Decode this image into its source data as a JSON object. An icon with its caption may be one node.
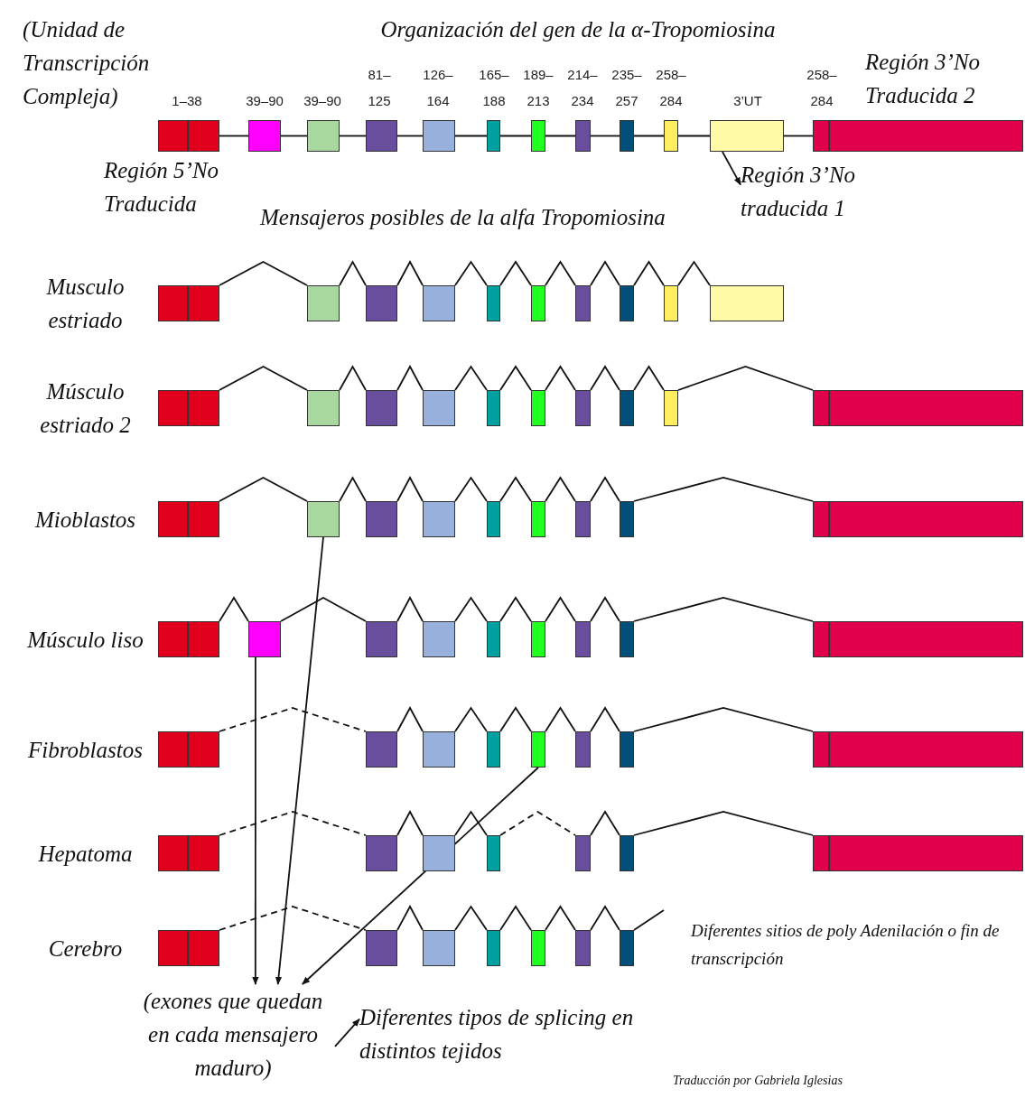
{
  "diagram": {
    "title": "Organización del gen de la α-Tropomiosina",
    "nodes": [
      {
        "text": [],
        "shape": "box"
      },
      {
        "text": [],
        "shape": "box"
      },
      {
        "text": [],
        "shape": "box"
      },
      {
        "text": [],
        "shape": "box"
      },
      {
        "text": [],
        "shape": "box"
      },
      {
        "text": [],
        "shape": "box"
      },
      {
        "text": [],
        "shape": "box"
      },
      {
        "text": [],
        "shape": "box"
      },
      {
        "text": [],
        "shape": "box"
      },
      {
        "text": [],
        "shape": "box"
      },
      {
        "text": [],
        "shape": "box"
      },
      {
        "text": [],
        "shape": "box"
      },
      {
        "text": [],
        "shape": "box"
      },
      {
        "text": [],
        "shape": "box"
      },
      {
        "text": [
          "Región 3’No traducida 1"
        ]
      },
      {
        "text": [],
        "shape": "box"
      },
      {
        "text": [],
        "shape": "box"
      },
      {
        "text": [],
        "shape": "box"
      },
      {
        "text": [],
        "shape": "box"
      },
      {
        "text": [],
        "shape": "box"
      },
      {
        "text": [],
        "shape": "box"
      },
      {
        "text": [],
        "shape": "box"
      },
      {
        "text": [],
        "shape": "box"
      },
      {
        "text": [],
        "shape": "box"
      },
      {
        "text": [],
        "shape": "box"
      },
      {
        "text": [],
        "shape": "box"
      },
      {
        "text": [],
        "shape": "box"
      },
      {
        "text": [],
        "shape": "box"
      },
      {
        "text": [],
        "shape": "box"
      },
      {
        "text": [],
        "shape": "box"
      },
      {
        "text": [],
        "shape": "box"
      },
      {
        "text": [],
        "shape": "box"
      },
      {
        "text": [],
        "shape": "box"
      },
      {
        "text": [],
        "shape": "box"
      },
      {
        "text": [],
        "shape": "box"
      },
      {
        "text": [],
        "shape": "box"
      },
      {
        "text": [],
        "shape": "box"
      },
      {
        "text": [],
        "shape": "box"
      },
      {
        "text": [],
        "shape": "box"
      },
      {
        "text": [],
        "shape": "box"
      },
      {
        "text": [],
        "shape": "box"
      },
      {
        "text": [],
        "shape": "box"
      },
      {
        "text": [],
        "shape": "box"
      },
      {
        "text": [],
        "shape": "box"
      },
      {
        "text": [],
        "shape": "box"
      },
      {
        "text": [],
        "shape": "box"
      },
      {
        "text": [],
        "shape": "box"
      },
      {
        "text": [],
        "shape": "box"
      },
      {
        "text": [],
        "shape": "box"
      },
      {
        "text": [],
        "shape": "box"
      },
      {
        "text": [],
        "shape": "box"
      },
      {
        "text": [],
        "shape": "box"
      },
      {
        "text": [],
        "shape": "box"
      },
      {
        "text": [],
        "shape": "box"
      },
      {
        "text": [],
        "shape": "box"
      },
      {
        "text": [],
        "shape": "box"
      },
      {
        "text": [],
        "shape": "box"
      },
      {
        "text": [],
        "shape": "box"
      },
      {
        "text": [],
        "shape": "box"
      },
      {
        "text": [],
        "shape": "box"
      },
      {
        "text": [],
        "shape": "box"
      },
      {
        "text": [],
        "shape": "box"
      },
      {
        "text": [],
        "shape": "box"
      },
      {
        "text": [],
        "shape": "box"
      },
      {
        "text": [],
        "shape": "box"
      },
      {
        "text": [],
        "shape": "box"
      },
      {
        "text": [],
        "shape": "box"
      },
      {
        "text": [],
        "shape": "box"
      },
      {
        "text": [],
        "shape": "box"
      },
      {
        "text": [],
        "shape": "box"
      },
      {
        "text": [],
        "shape": "box"
      },
      {
        "text": [],
        "shape": "box"
      },
      {
        "text": [],
        "shape": "box"
      },
      {
        "text": [],
        "shape": "box"
      },
      {
        "text": [],
        "shape": "box"
      },
      {
        "text": [],
        "shape": "box"
      },
      {
        "text": [],
        "shape": "box"
      },
      {
        "text": [],
        "shape": "box"
      },
      {
        "text": [],
        "shape": "box"
      },
      {
        "text": [],
        "shape": "box"
      },
      {
        "text": [],
        "shape": "box"
      },
      {
        "text": [],
        "shape": "box"
      },
      {
        "text": [],
        "shape": "box"
      },
      {
        "text": [],
        "shape": "box"
      },
      {
        "text": [],
        "shape": "box"
      },
      {
        "text": [],
        "shape": "box"
      },
      {
        "text": [],
        "shape": "box"
      },
      {
        "text": [
          "(exones que quedan en cada mensajero maduro)"
        ]
      },
      {
        "text": [
          "Diferentes tipos de splicing en distintos tejidos"
        ]
      }
    ],
    "edges": [
      {
        "from": 1,
        "to": 2,
        "arrow": "none"
      },
      {
        "from": 2,
        "to": 3,
        "arrow": "none"
      },
      {
        "from": 3,
        "to": 4,
        "arrow": "none"
      },
      {
        "from": 4,
        "to": 5,
        "arrow": "none"
      },
      {
        "from": 5,
        "to": 6,
        "arrow": "none"
      },
      {
        "from": 6,
        "to": 7,
        "arrow": "none"
      },
      {
        "from": 7,
        "to": 8,
        "arrow": "none"
      },
      {
        "from": 8,
        "to": 9,
        "arrow": "none"
      },
      {
        "from": 9,
        "to": 10,
        "arrow": "none"
      },
      {
        "from": 10,
        "to": 11,
        "arrow": "none"
      },
      {
        "from": 11,
        "to": 12,
        "arrow": "none"
      },
      {
        "from": 16,
        "to": 17,
        "arrow": "none"
      },
      {
        "from": 17,
        "to": 18,
        "arrow": "none"
      },
      {
        "from": 18,
        "to": 19,
        "arrow": "none"
      },
      {
        "from": 19,
        "to": 20,
        "arrow": "none"
      },
      {
        "from": 20,
        "to": 21,
        "arrow": "none"
      },
      {
        "from": 21,
        "to": 22,
        "arrow": "none"
      },
      {
        "from": 22,
        "to": 23,
        "arrow": "none"
      },
      {
        "from": 23,
        "to": 24,
        "arrow": "none"
      },
      {
        "from": 24,
        "to": 25,
        "arrow": "none"
      },
      {
        "from": 27,
        "to": 28,
        "arrow": "none"
      },
      {
        "from": 28,
        "to": 29,
        "arrow": "none"
      },
      {
        "from": 29,
        "to": 30,
        "arrow": "none"
      },
      {
        "from": 30,
        "to": 31,
        "arrow": "none"
      },
      {
        "from": 31,
        "to": 32,
        "arrow": "none"
      },
      {
        "from": 32,
        "to": 33,
        "arrow": "none"
      },
      {
        "from": 33,
        "to": 34,
        "arrow": "none"
      },
      {
        "from": 34,
        "to": 35,
        "arrow": "none"
      },
      {
        "from": 35,
        "to": 36,
        "arrow": "none"
      },
      {
        "from": 39,
        "to": 40,
        "arrow": "none"
      },
      {
        "from": 40,
        "to": 41,
        "arrow": "none"
      },
      {
        "from": 41,
        "to": 42,
        "arrow": "none"
      },
      {
        "from": 42,
        "to": 43,
        "arrow": "none"
      },
      {
        "from": 43,
        "to": 44,
        "arrow": "none"
      },
      {
        "from": 44,
        "to": 45,
        "arrow": "none"
      },
      {
        "from": 45,
        "to": 46,
        "arrow": "none"
      },
      {
        "from": 46,
        "to": 47,
        "arrow": "none"
      },
      {
        "from": 50,
        "to": 51,
        "arrow": "none"
      },
      {
        "from": 51,
        "to": 52,
        "arrow": "none"
      },
      {
        "from": 52,
        "to": 53,
        "arrow": "none"
      },
      {
        "from": 53,
        "to": 54,
        "arrow": "none"
      },
      {
        "from": 54,
        "to": 55,
        "arrow": "none"
      },
      {
        "from": 55,
        "to": 56,
        "arrow": "none"
      },
      {
        "from": 56,
        "to": 57,
        "arrow": "none"
      },
      {
        "from": 57,
        "to": 58,
        "arrow": "none"
      },
      {
        "from": 61,
        "to": 62,
        "arrow": "none",
        "style": "dashed"
      },
      {
        "from": 62,
        "to": 63,
        "arrow": "none"
      },
      {
        "from": 63,
        "to": 64,
        "arrow": "none"
      },
      {
        "from": 64,
        "to": 65,
        "arrow": "none"
      },
      {
        "from": 65,
        "to": 66,
        "arrow": "none"
      },
      {
        "from": 66,
        "to": 67,
        "arrow": "none"
      },
      {
        "from": 67,
        "to": 68,
        "arrow": "none"
      },
      {
        "from": 71,
        "to": 72,
        "arrow": "none",
        "style": "dashed"
      },
      {
        "from": 72,
        "to": 73,
        "arrow": "none"
      },
      {
        "from": 73,
        "to": 74,
        "arrow": "none"
      },
      {
        "from": 74,
        "to": 75,
        "arrow": "none",
        "style": "dashed"
      },
      {
        "from": 75,
        "to": 76,
        "arrow": "none"
      },
      {
        "from": 76,
        "to": 77,
        "arrow": "none"
      },
      {
        "from": 80,
        "to": 81,
        "arrow": "none",
        "style": "dashed"
      },
      {
        "from": 81,
        "to": 82,
        "arrow": "none"
      },
      {
        "from": 82,
        "to": 83,
        "arrow": "none"
      },
      {
        "from": 83,
        "to": 84,
        "arrow": "none"
      },
      {
        "from": 84,
        "to": 85,
        "arrow": "none"
      },
      {
        "from": 85,
        "to": 86,
        "arrow": "none"
      },
      {
        "from": 86,
        "to": null,
        "arrow": "none"
      },
      {
        "from": 11,
        "to": 14,
        "arrow": "to"
      },
      {
        "from": 51,
        "to": 87,
        "arrow": "to"
      },
      {
        "from": 40,
        "to": 87,
        "arrow": "to"
      },
      {
        "from": 65,
        "to": 87,
        "arrow": "to"
      },
      {
        "from": 87,
        "to": 88,
        "arrow": "to"
      }
    ],
    "labels": [
      "(Unidad de Transcripción Compleja)",
      "Región 3’No Traducida 2",
      "1–38",
      "39–90",
      "39–90",
      "81– 125",
      "126– 164",
      "165– 188",
      "189– 213",
      "214– 234",
      "235– 257",
      "258– 284",
      "3’UT",
      "258– 284",
      "Región 5’No Traducida",
      "Mensajeros posibles de la alfa Tropomiosina",
      "Musculo estriado",
      "Músculo estriado 2",
      "Mioblastos",
      "Músculo liso",
      "Fibroblastos",
      "Hepatoma",
      "Cerebro",
      "Diferentes sitios de poly Adenilación o fin de transcripción",
      "Traducción por Gabriela Iglesias"
    ]
  }
}
